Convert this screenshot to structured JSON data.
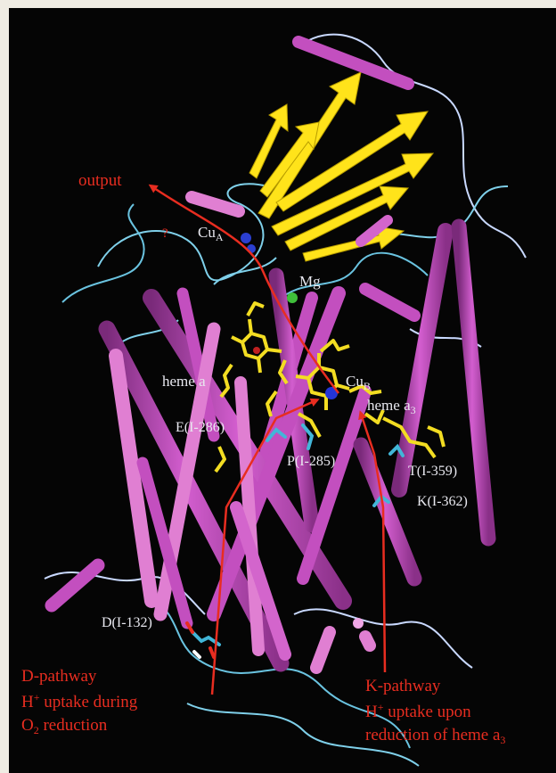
{
  "figure": {
    "labels": {
      "output": "output",
      "question_mark": "?",
      "cu_a": "Cu",
      "cu_a_sub": "A",
      "mg": "Mg",
      "heme_a": "heme a",
      "cu_b": "Cu",
      "cu_b_sub": "B",
      "heme_a3": "heme a",
      "heme_a3_sub": "3",
      "e_residue": "E(I-286)",
      "p_residue": "P(I-285)",
      "t_residue": "T(I-359)",
      "k_residue": "K(I-362)",
      "d_residue": "D(I-132)"
    },
    "d_pathway": {
      "line1": "D-pathway",
      "line2_h": "H",
      "line2_sup": "+",
      "line2_rest": " uptake during",
      "line3_o": "O",
      "line3_sub": "2",
      "line3_rest": " reduction"
    },
    "k_pathway": {
      "line1": "K-pathway",
      "line2_h": "H",
      "line2_sup": "+",
      "line2_rest": " uptake upon",
      "line3_text": "reduction of heme a",
      "line3_sub": "3"
    },
    "colors": {
      "background": "#050505",
      "helix_magenta": "#c34fbf",
      "helix_pink": "#e07fd2",
      "beta_sheet": "#ffe31a",
      "loop": "#8fd7ee",
      "heme": "#f3dd22",
      "label_red": "#e82d20",
      "label_white": "#e8e8ef"
    }
  }
}
